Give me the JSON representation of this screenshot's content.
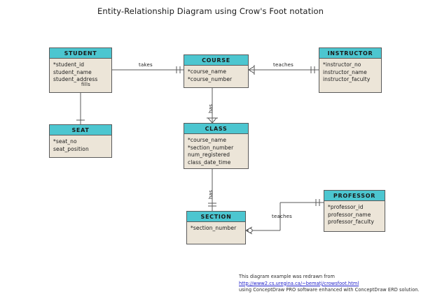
{
  "title": "Entity-Relationship Diagram using Crow's Foot notation",
  "entities": [
    {
      "id": "student",
      "name": "STUDENT",
      "attributes": [
        "*student_id",
        "student_name",
        "student_address"
      ]
    },
    {
      "id": "course",
      "name": "COURSE",
      "attributes": [
        "*course_name",
        "*course_number"
      ]
    },
    {
      "id": "instructor",
      "name": "INSTRUCTOR",
      "attributes": [
        "*instructor_no",
        "instructor_name",
        "instructor_faculty"
      ]
    },
    {
      "id": "seat",
      "name": "SEAT",
      "attributes": [
        "*seat_no",
        "seat_position"
      ]
    },
    {
      "id": "class",
      "name": "CLASS",
      "attributes": [
        "*course_name",
        "*section_number",
        "num_registered",
        "class_date_time"
      ]
    },
    {
      "id": "section",
      "name": "SECTION",
      "attributes": [
        "*section_number"
      ]
    },
    {
      "id": "professor",
      "name": "PROFESSOR",
      "attributes": [
        "*professor_id",
        "professor_name",
        "professor_faculty"
      ]
    }
  ],
  "relationships": [
    {
      "id": "student-course",
      "label": "takes",
      "from": "student",
      "to": "course"
    },
    {
      "id": "course-instructor",
      "label": "teaches",
      "from": "course",
      "to": "instructor"
    },
    {
      "id": "student-seat",
      "label": "fills",
      "from": "student",
      "to": "seat"
    },
    {
      "id": "course-class",
      "label": "has",
      "from": "course",
      "to": "class"
    },
    {
      "id": "class-section",
      "label": "has",
      "from": "class",
      "to": "section"
    },
    {
      "id": "section-professor",
      "label": "teaches",
      "from": "section",
      "to": "professor"
    }
  ],
  "credit": {
    "line1": "This diagram example was redrawn from",
    "link": "http://www2.cs.uregina.ca/~bematj/crowsfoot.html",
    "line3": "using ConceptDraw PRO software enhanced with ConceptDraw ERD solution."
  },
  "colors": {
    "header": "#4cc6d0",
    "body": "#ece5d8",
    "border": "#5a5a5a",
    "link": "#2222cc",
    "text": "#1a1a1a"
  }
}
